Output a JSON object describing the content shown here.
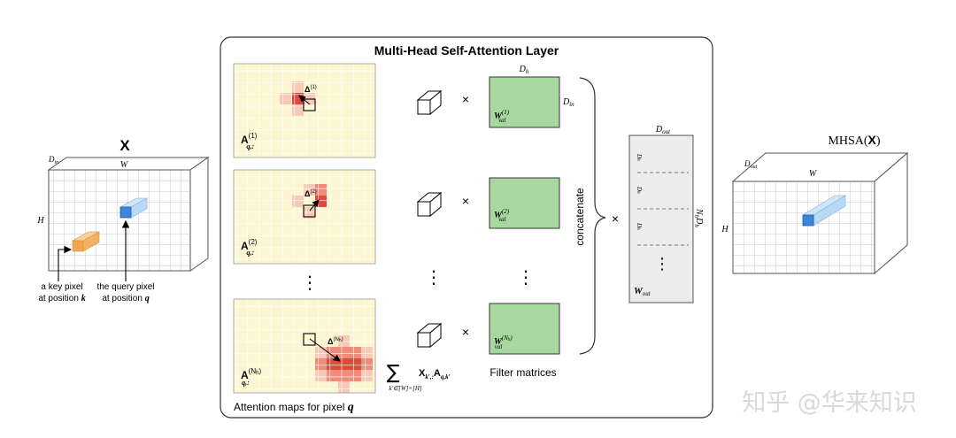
{
  "title": "Multi-Head Self-Attention Layer",
  "input": {
    "label": "X",
    "w_label": "W",
    "h_label": "H",
    "din_label": "D",
    "din_sub": "in",
    "key_caption": [
      "a key pixel",
      "at position"
    ],
    "key_var": "k",
    "query_caption": [
      "the query pixel",
      "at position"
    ],
    "query_var": "q"
  },
  "maps": {
    "a_label": "A",
    "a_sub": "q,:",
    "sup1": "(1)",
    "sup2": "(2)",
    "supN": "(N",
    "supN_sub": "h",
    "supN_close": ")",
    "delta": "Δ",
    "dots": "⋮",
    "caption": "Attention maps for pixel",
    "caption_var": "q"
  },
  "mult": "×",
  "sum_formula": {
    "sigma": "∑",
    "range": "k′∈[W]×[H]",
    "term": "X",
    "term_sub": "k′,:",
    "term2": "A",
    "term2_sub": "q,k′"
  },
  "filters": {
    "dh_label": "D",
    "dh_sub": "h",
    "din_label": "D",
    "din_sub": "in",
    "w_label": "W",
    "w_sub": "val",
    "sup1": "(1)",
    "sup2": "(2)",
    "supN": "(N",
    "supN_sub": "h",
    "supN_close": ")",
    "caption": "Filter matrices"
  },
  "concat": "concatenate",
  "wout": {
    "top_label": "D",
    "top_sub": "out",
    "side_label": "N",
    "side_sub": "h",
    "side_label2": "D",
    "side_sub2": "h",
    "row_label": "D",
    "row_sub": "h",
    "w_label": "W",
    "w_sub": "out"
  },
  "output": {
    "label": "MHSA(",
    "label_x": "X",
    "label_close": ")",
    "w_label": "W",
    "h_label": "H",
    "dout_label": "D",
    "dout_sub": "out"
  },
  "watermark": "知乎 @华来知识",
  "colors": {
    "map_bg": "#fdf6d3",
    "heat_1": "#f6c9b8",
    "heat_2": "#ee8c7a",
    "heat_3": "#dd4b3d",
    "filter_green": "#a8d8a0",
    "key_orange": "#f2b264",
    "query_blue": "#3a86d8",
    "query_light": "#b9d8f4",
    "wout_gray": "#ececec"
  }
}
